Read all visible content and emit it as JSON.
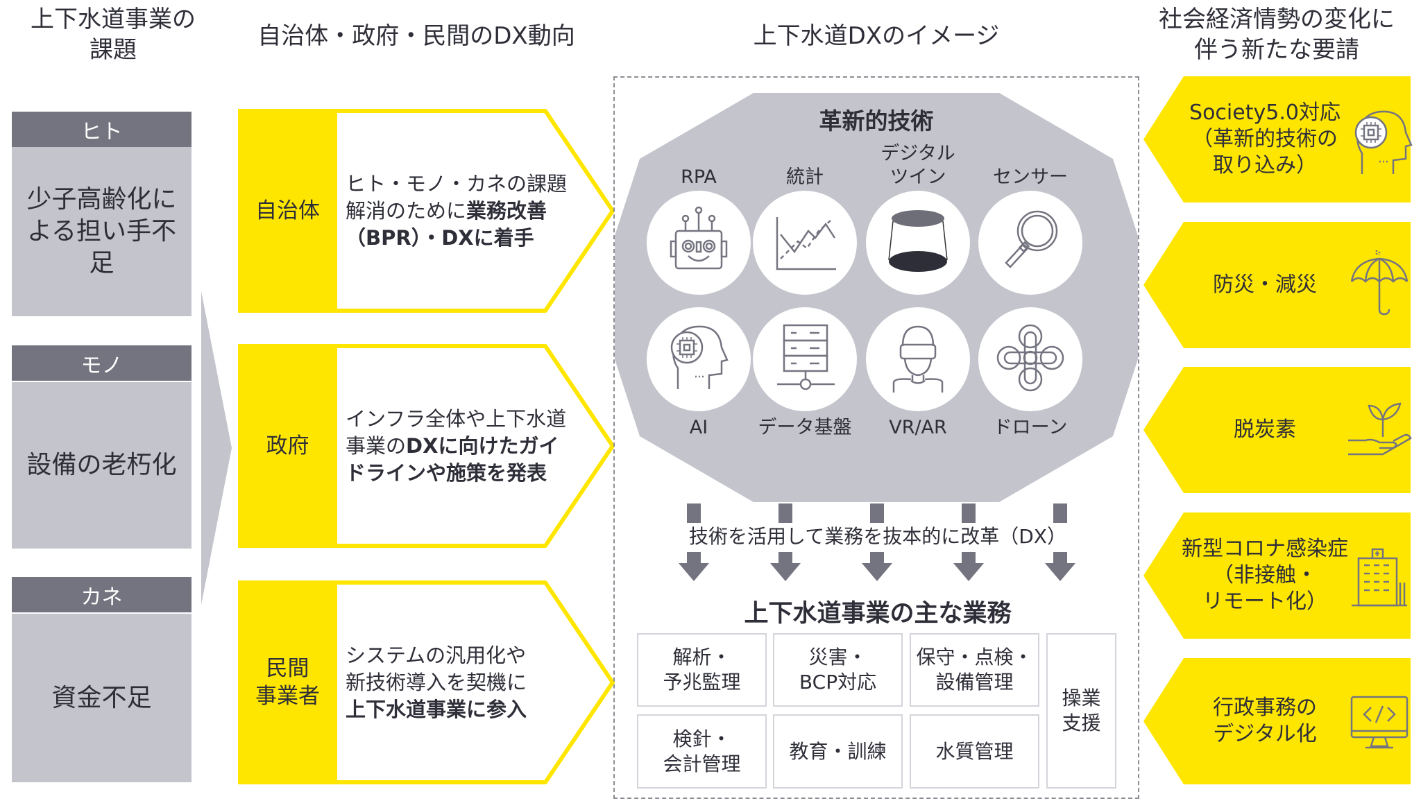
{
  "colors": {
    "yellow": "#FFE600",
    "dark_grey": "#747480",
    "light_grey": "#C4C4CD",
    "text": "#2E2E38"
  },
  "headers": {
    "issues": [
      "上下水道事業の",
      "課題"
    ],
    "trends": "自治体・政府・民間のDX動向",
    "image": "上下水道DXのイメージ",
    "requests": [
      "社会経済情勢の変化に",
      "伴う新たな要請"
    ]
  },
  "issues": [
    {
      "title": "ヒト",
      "lines": [
        "少子高齢化に",
        "よる担い手不足"
      ]
    },
    {
      "title": "モノ",
      "lines": [
        "設備の老朽化"
      ]
    },
    {
      "title": "カネ",
      "lines": [
        "資金不足"
      ]
    }
  ],
  "trends": [
    {
      "label": [
        "自治体"
      ],
      "lines": [
        [
          {
            "t": "ヒト・モノ・カネの課題"
          }
        ],
        [
          {
            "t": "解消のために"
          },
          {
            "t": "業務改善",
            "b": true
          }
        ],
        [
          {
            "t": "（BPR）・DXに着手",
            "b": true
          }
        ]
      ]
    },
    {
      "label": [
        "政府"
      ],
      "lines": [
        [
          {
            "t": "インフラ全体や上下水道"
          }
        ],
        [
          {
            "t": "事業の"
          },
          {
            "t": "DXに向けたガイ",
            "b": true
          }
        ],
        [
          {
            "t": "ドラインや施策を発表",
            "b": true
          }
        ]
      ]
    },
    {
      "label": [
        "民間",
        "事業者"
      ],
      "lines": [
        [
          {
            "t": "システムの汎用化や"
          }
        ],
        [
          {
            "t": "新技術導入を契機に"
          }
        ],
        [
          {
            "t": "上下水道事業に参入",
            "b": true
          }
        ]
      ]
    }
  ],
  "tech": {
    "title": "革新的技術",
    "items": [
      {
        "label": "RPA",
        "icon": "robot-icon"
      },
      {
        "label": "統計",
        "icon": "chart-icon"
      },
      {
        "label": "デジタル\nツイン",
        "icon": "digital-twin-icon"
      },
      {
        "label": "センサー",
        "icon": "magnifier-icon"
      },
      {
        "label": "AI",
        "icon": "ai-head-icon"
      },
      {
        "label": "データ基盤",
        "icon": "server-icon"
      },
      {
        "label": "VR/AR",
        "icon": "vr-headset-icon"
      },
      {
        "label": "ドローン",
        "icon": "drone-icon"
      }
    ]
  },
  "dx_caption": "技術を活用して業務を抜本的に改革（DX）",
  "operations": {
    "title": "上下水道事業の主な業務",
    "cells": [
      "解析・\n予兆監理",
      "災害・\nBCP対応",
      "保守・点検・\n設備管理",
      "操業\n支援",
      "検針・\n会計管理",
      "教育・訓練",
      "水質管理"
    ]
  },
  "requests": [
    {
      "lines": [
        "Society5.0対応",
        "（革新的技術の",
        "取り込み）"
      ],
      "icon": "ai-head-icon"
    },
    {
      "lines": [
        "防災・減災"
      ],
      "icon": "umbrella-icon"
    },
    {
      "lines": [
        "脱炭素"
      ],
      "icon": "plant-hand-icon"
    },
    {
      "lines": [
        "新型コロナ感染症",
        "（非接触・",
        "リモート化）"
      ],
      "icon": "office-building-icon"
    },
    {
      "lines": [
        "行政事務の",
        "デジタル化"
      ],
      "icon": "computer-code-icon"
    }
  ]
}
